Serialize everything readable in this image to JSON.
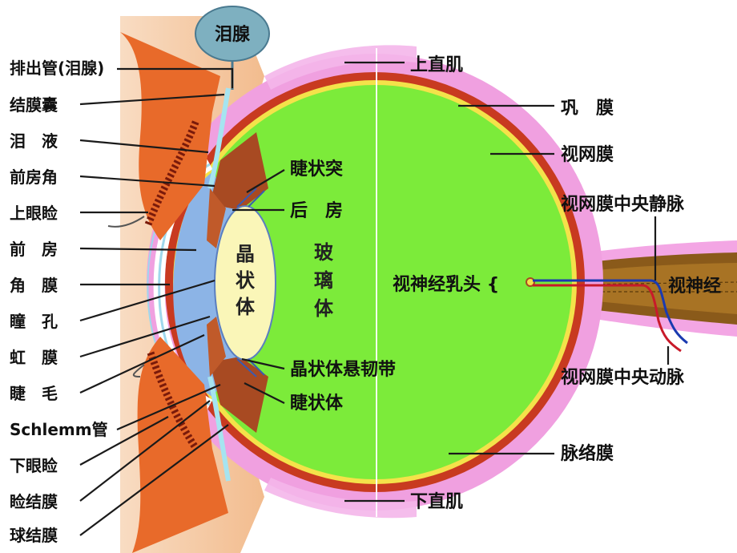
{
  "labels": {
    "left": [
      "排出管(泪腺)",
      "结膜囊",
      "泪　液",
      "前房角",
      "上眼睑",
      "前　房",
      "角　膜",
      "瞳　孔",
      "虹　膜",
      "睫　毛",
      "Schlemm管",
      "下眼睑",
      "睑结膜",
      "球结膜"
    ],
    "right": [
      "上直肌",
      "巩　膜",
      "视网膜",
      "视网膜中央静脉",
      "视神经",
      "视网膜中央动脉",
      "脉络膜",
      "下直肌"
    ],
    "inner": {
      "lacrimal_gland": "泪腺",
      "ciliary_process": "睫状突",
      "posterior_chamber": "后　房",
      "lens": [
        "晶",
        "状",
        "体"
      ],
      "vitreous": [
        "玻",
        "璃",
        "体"
      ],
      "optic_disc": "视神经乳头 {",
      "zonule": "晶状体悬韧带",
      "ciliary_body": "睫状体"
    }
  },
  "colors": {
    "vitreous": "#7CEB3A",
    "sclera": "#F0A0E0",
    "choroid": "#C83A20",
    "retina": "#F4E24A",
    "aqueous": "#8CB4E6",
    "lens": "#FAF6B8",
    "eyelid": "#E86A2A",
    "orbit_fat": "#F6C8A0",
    "gland": "#7EB0C0",
    "nerve": "#8A5A1A"
  }
}
